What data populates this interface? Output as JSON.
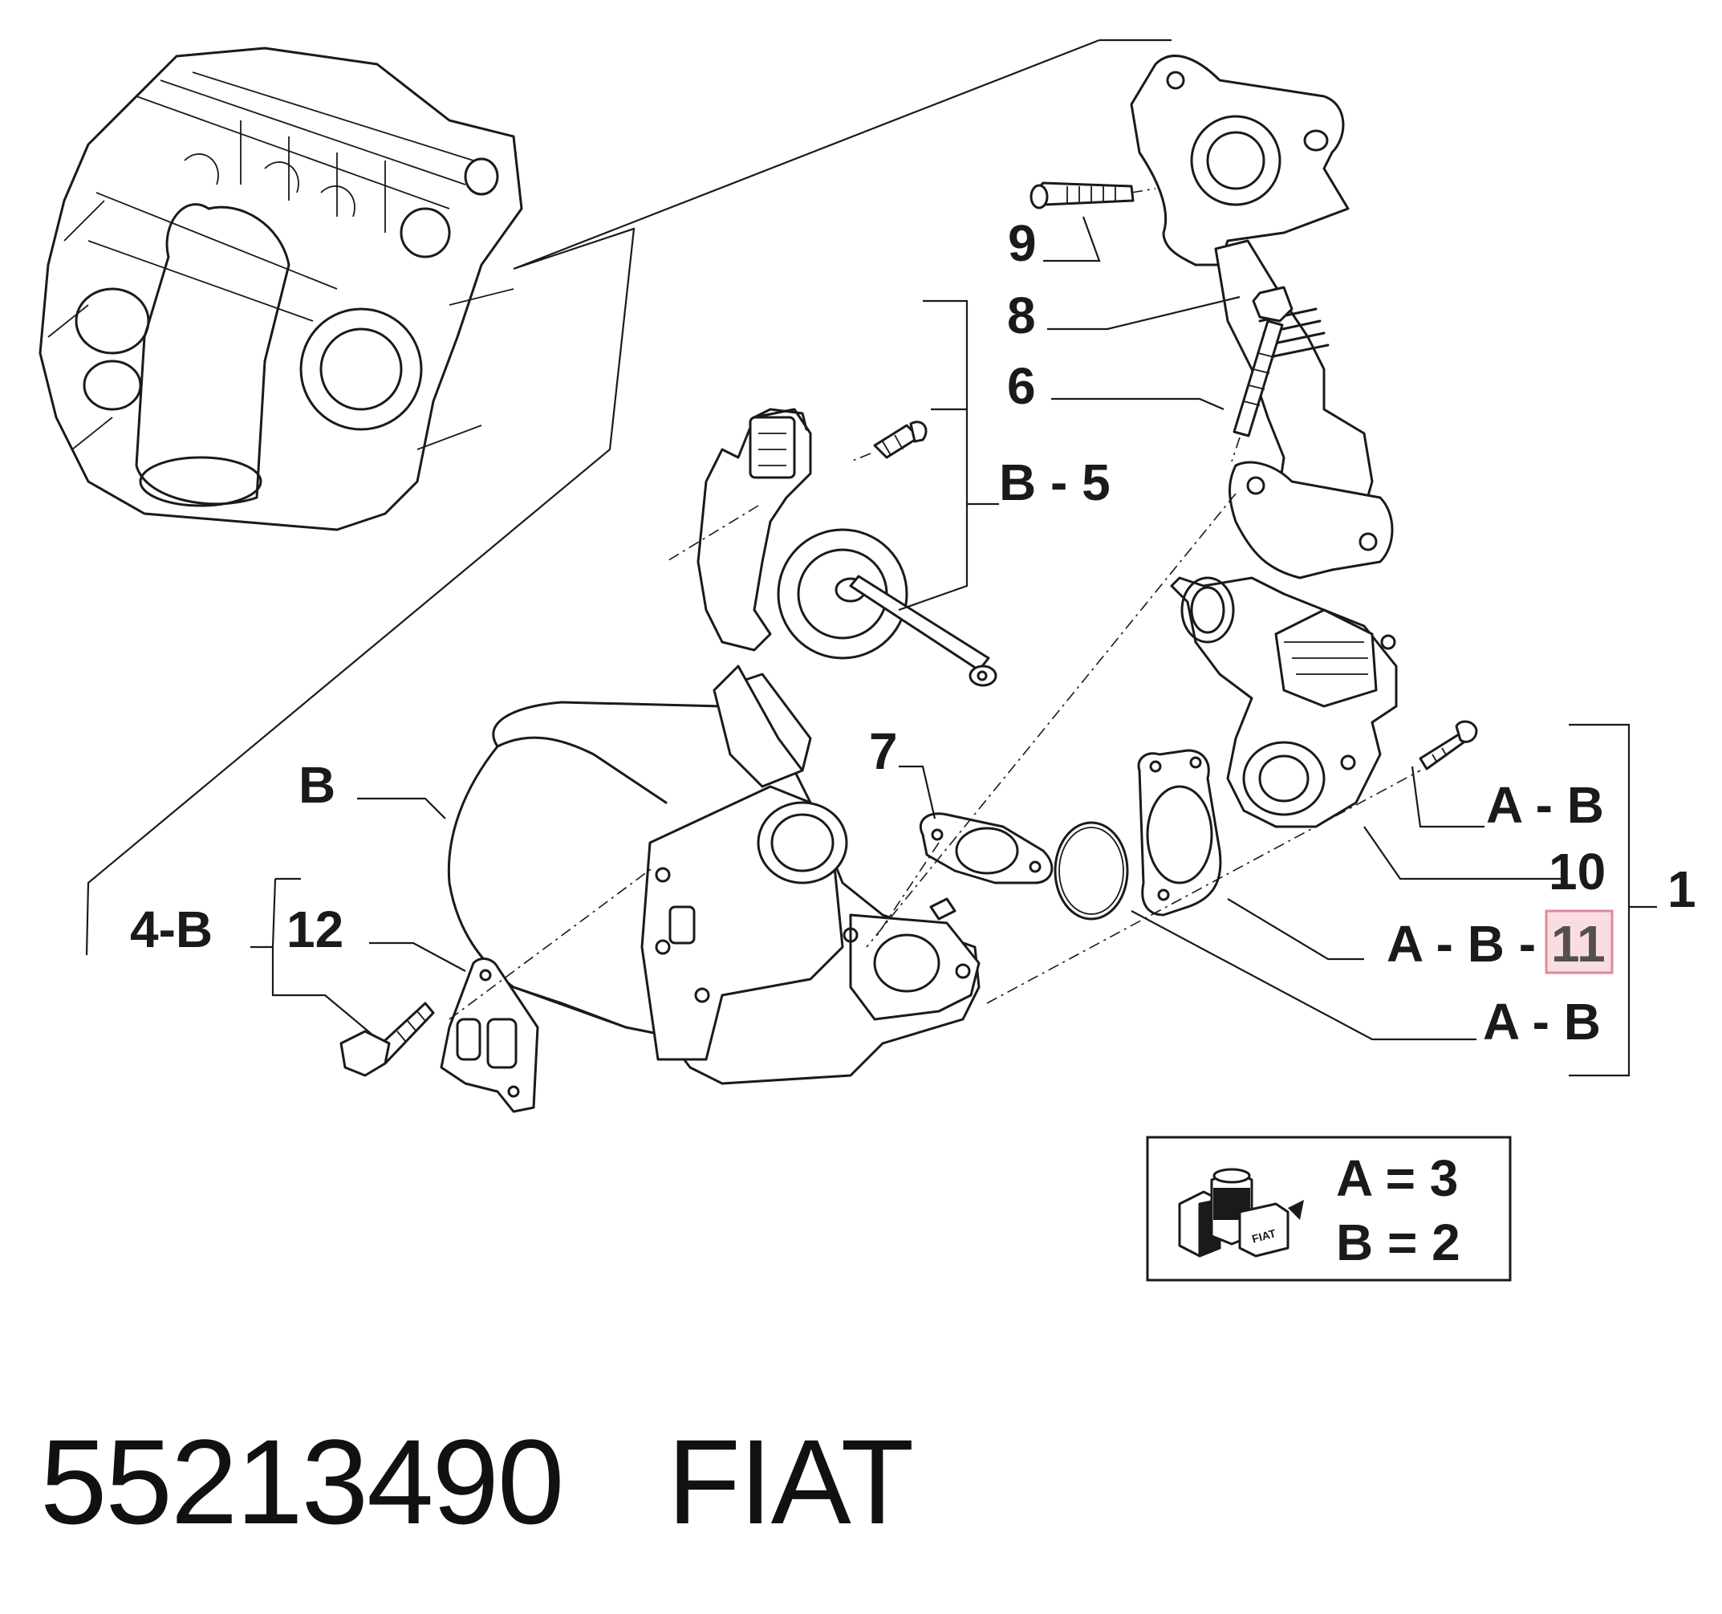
{
  "labels": {
    "l9": "9",
    "l8": "8",
    "l6": "6",
    "lB5": "B - 5",
    "l7": "7",
    "lB": "B",
    "l4B": "4-B",
    "l12": "12",
    "lAB_top": "A - B",
    "l10": "10",
    "l1": "1",
    "lAB_11": "A - B -",
    "l11": "11",
    "lAB_bottom": "A - B"
  },
  "legend": {
    "line_a": "A = 3",
    "line_b": "B = 2",
    "logo_text": "FIAT"
  },
  "footer": {
    "part_number": "55213490",
    "brand": "FIAT"
  },
  "colors": {
    "highlight_fill": "#f9dde2",
    "highlight_stroke": "#e08a98",
    "highlight_text": "#55504f"
  }
}
